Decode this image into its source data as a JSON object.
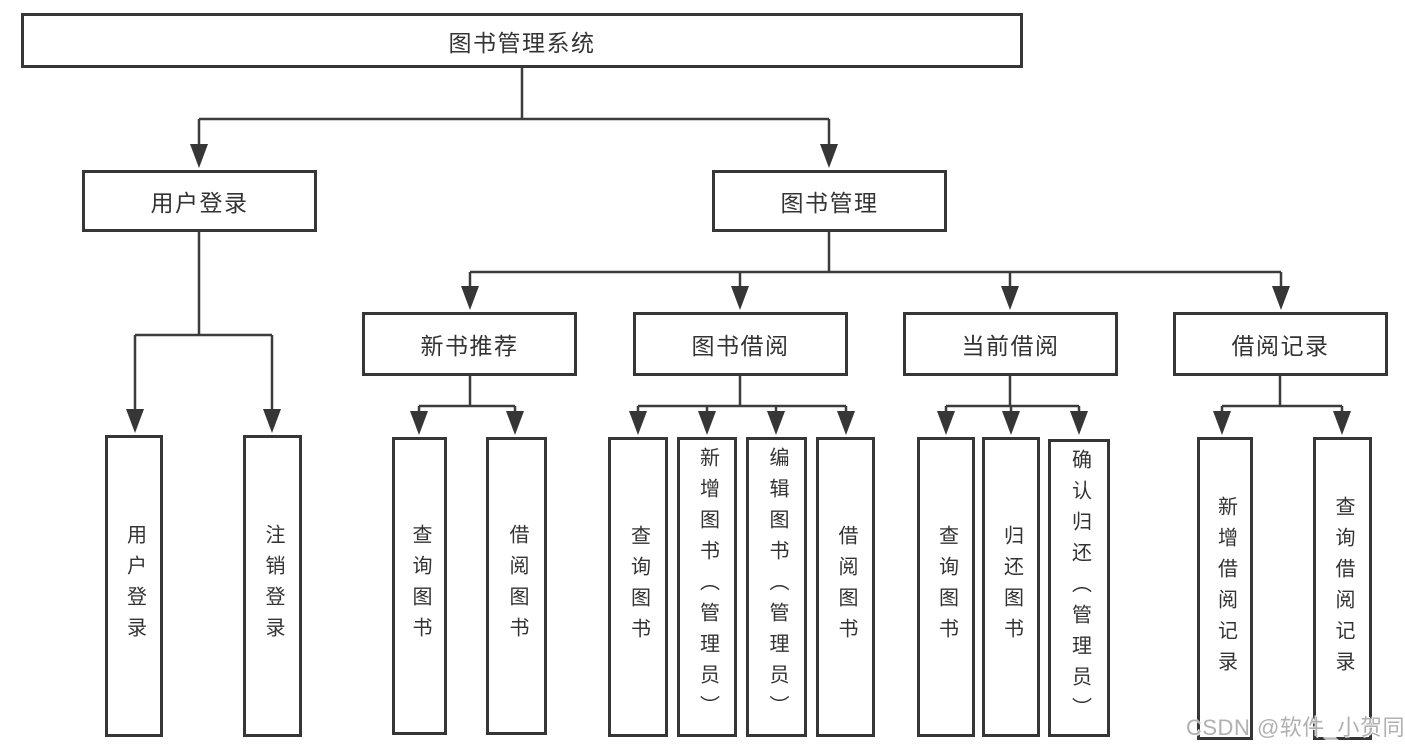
{
  "diagram": {
    "title_node": {
      "label": "图书管理系统"
    },
    "level2": [
      {
        "label": "用户登录"
      },
      {
        "label": "图书管理"
      }
    ],
    "level3": [
      {
        "label": "新书推荐"
      },
      {
        "label": "图书借阅"
      },
      {
        "label": "当前借阅"
      },
      {
        "label": "借阅记录"
      }
    ],
    "leaves": {
      "user_login": [
        {
          "label": "用户登录"
        },
        {
          "label": "注销登录"
        }
      ],
      "new_book": [
        {
          "label": "查询图书"
        },
        {
          "label": "借阅图书"
        }
      ],
      "borrowing": [
        {
          "label": "查询图书"
        },
        {
          "label": "新增图书（管理员）"
        },
        {
          "label": "编辑图书（管理员）"
        },
        {
          "label": "借阅图书"
        }
      ],
      "current": [
        {
          "label": "查询图书"
        },
        {
          "label": "归还图书"
        },
        {
          "label": "确认归还（管理员）"
        }
      ],
      "records": [
        {
          "label": "新增借阅记录"
        },
        {
          "label": "查询借阅记录"
        }
      ]
    },
    "colors": {
      "line": "#363636",
      "text": "#333333",
      "background": "#ffffff",
      "watermark": "#b1b1b1"
    }
  },
  "watermark": {
    "text": "CSDN @软件_小贺同学"
  }
}
